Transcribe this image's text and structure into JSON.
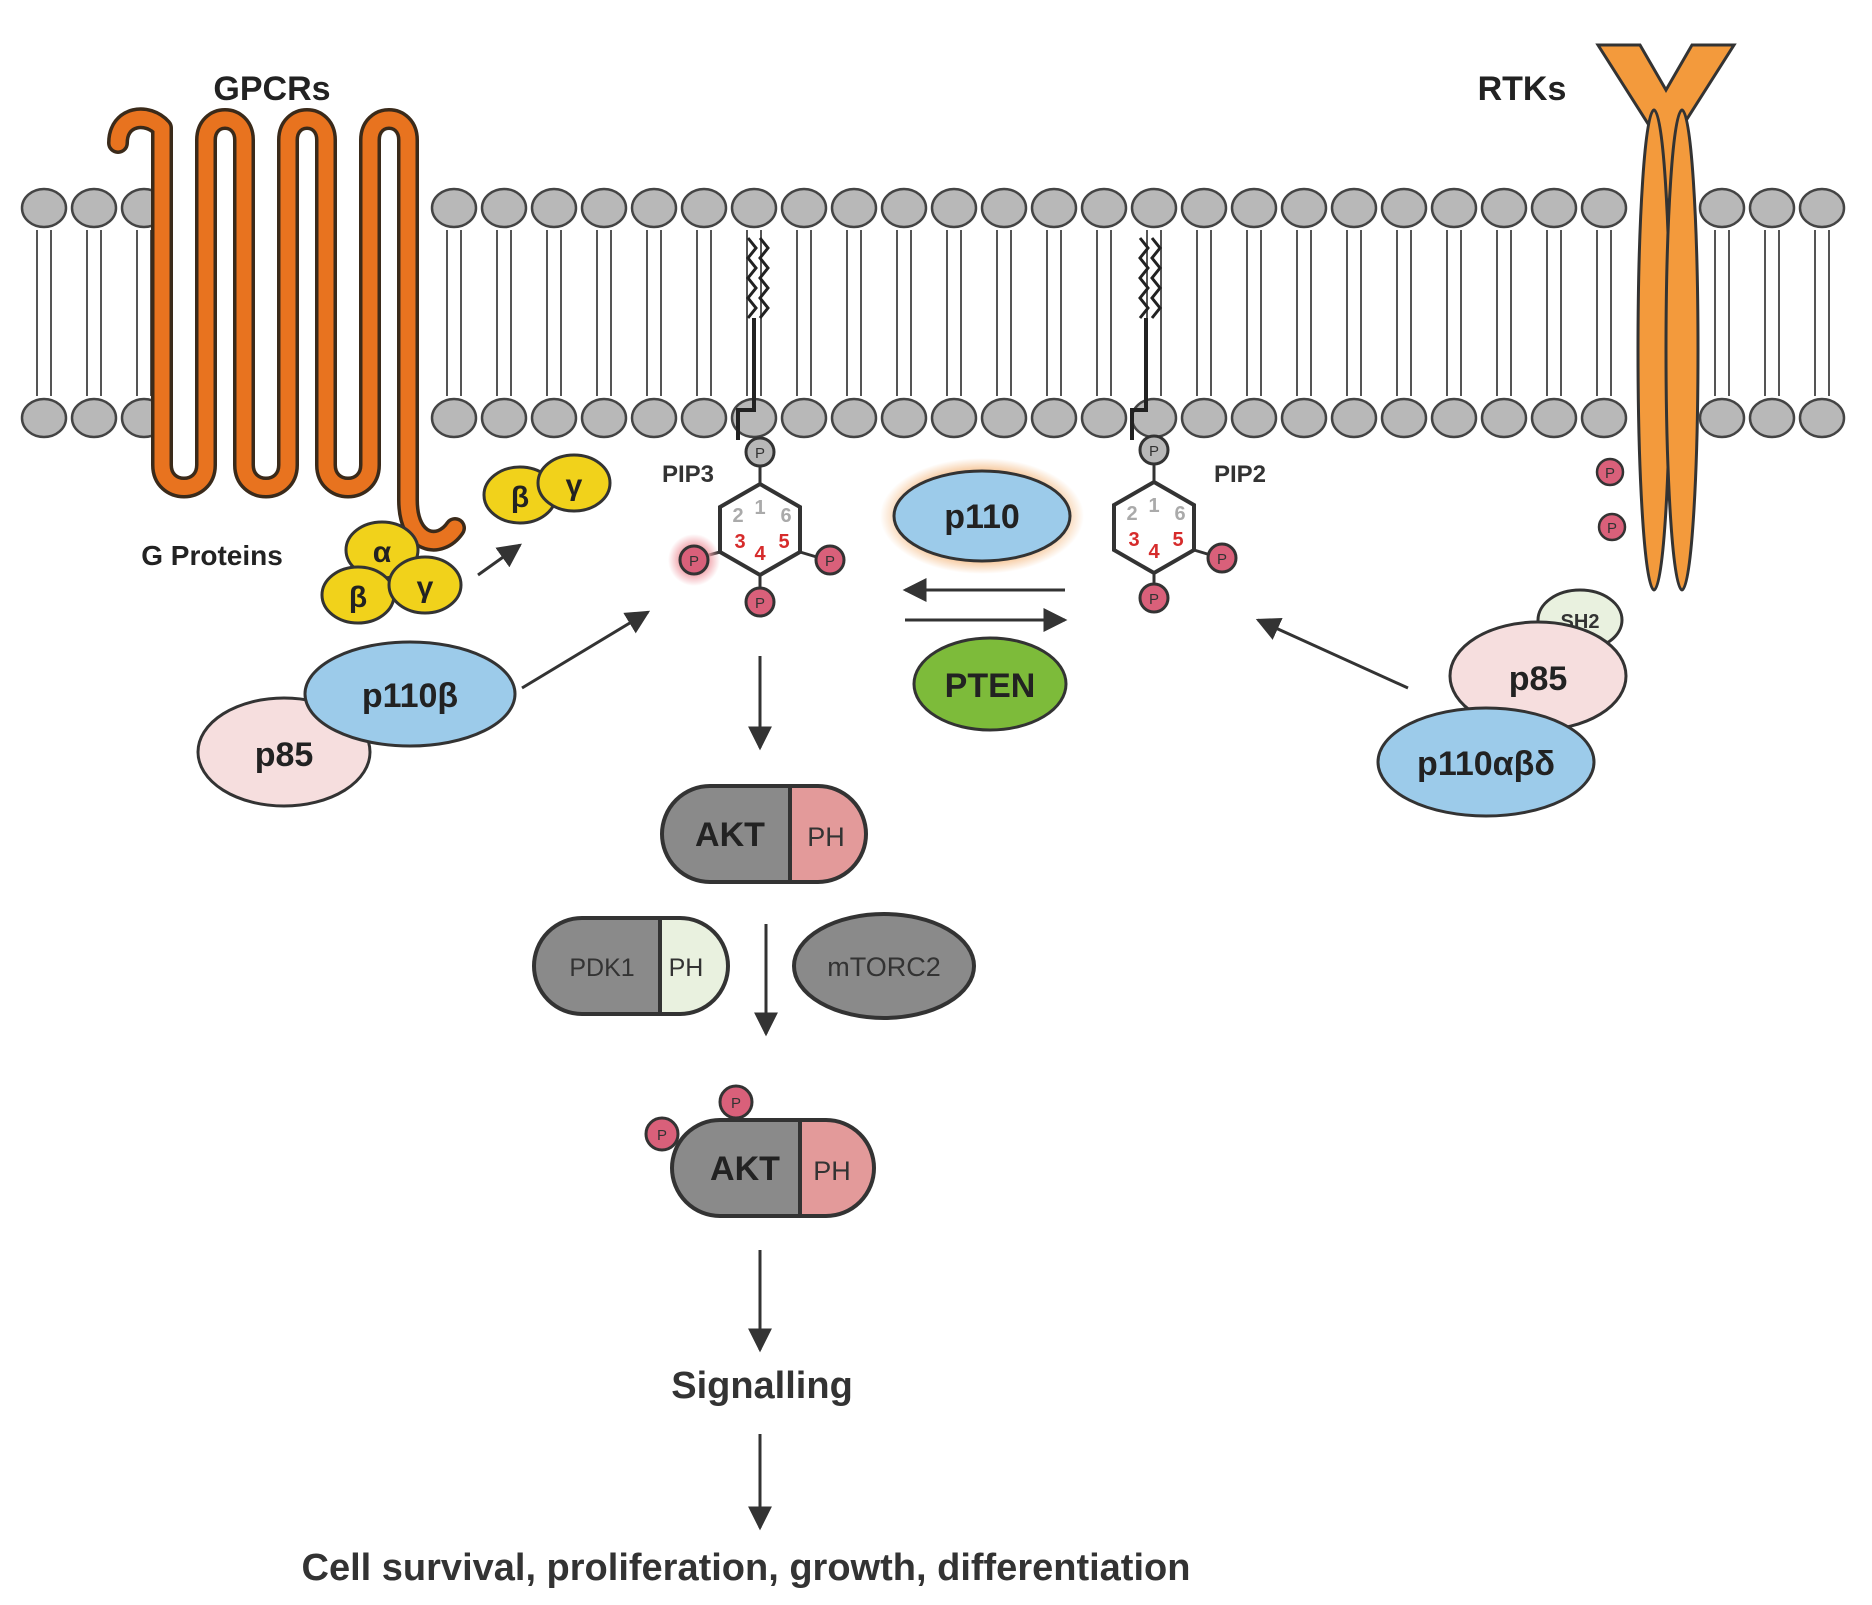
{
  "labels": {
    "gpcrs": "GPCRs",
    "rtks": "RTKs",
    "g_proteins": "G Proteins",
    "pip3": "PIP3",
    "pip2": "PIP2",
    "signalling": "Signalling",
    "outcome": "Cell survival, proliferation, growth, differentiation"
  },
  "g_protein_subunits": {
    "alpha": "α",
    "beta": "β",
    "gamma": "γ",
    "beta_free": "β",
    "gamma_free": "γ"
  },
  "complexes": {
    "left": {
      "p110": "p110β",
      "p85": "p85"
    },
    "right": {
      "p110": "p110αβδ",
      "p85": "p85",
      "sh2": "SH2"
    }
  },
  "enzymes": {
    "p110": "p110",
    "pten": "PTEN"
  },
  "akt": {
    "akt": "AKT",
    "ph": "PH"
  },
  "akt_active": {
    "akt": "AKT",
    "ph": "PH"
  },
  "pdk1": {
    "name": "PDK1",
    "ph": "PH"
  },
  "mtorc2": "mTORC2",
  "phosphate": "P",
  "inositol_ring": [
    "1",
    "2",
    "3",
    "4",
    "5",
    "6"
  ],
  "colors": {
    "receptor": "#e8731f",
    "rtk": "#f39a3c",
    "g_protein": "#f1d21b",
    "p110": "#9ccbea",
    "p85": "#f6dede",
    "sh2": "#e9f1df",
    "pten": "#7dbb3a",
    "akt": "#8a8a8a",
    "ph": "#e39a9a",
    "phosphate": "#d9607a",
    "lipid_head": "#b8b8b8"
  }
}
